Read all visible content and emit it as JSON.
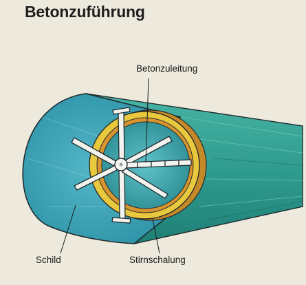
{
  "title": "Betonzuführung",
  "labels": {
    "betonzuleitung": "Betonzuleitung",
    "schild": "Schild",
    "stirnschalung": "Stirnschalung"
  },
  "colors": {
    "background": "#ede9dd",
    "shield_blue": "#3fa2b6",
    "tunnel_green": "#2d9b8e",
    "ring_yellow": "#e8c83c",
    "ring_orange": "#d8952f",
    "outline": "#1f2b2e"
  }
}
